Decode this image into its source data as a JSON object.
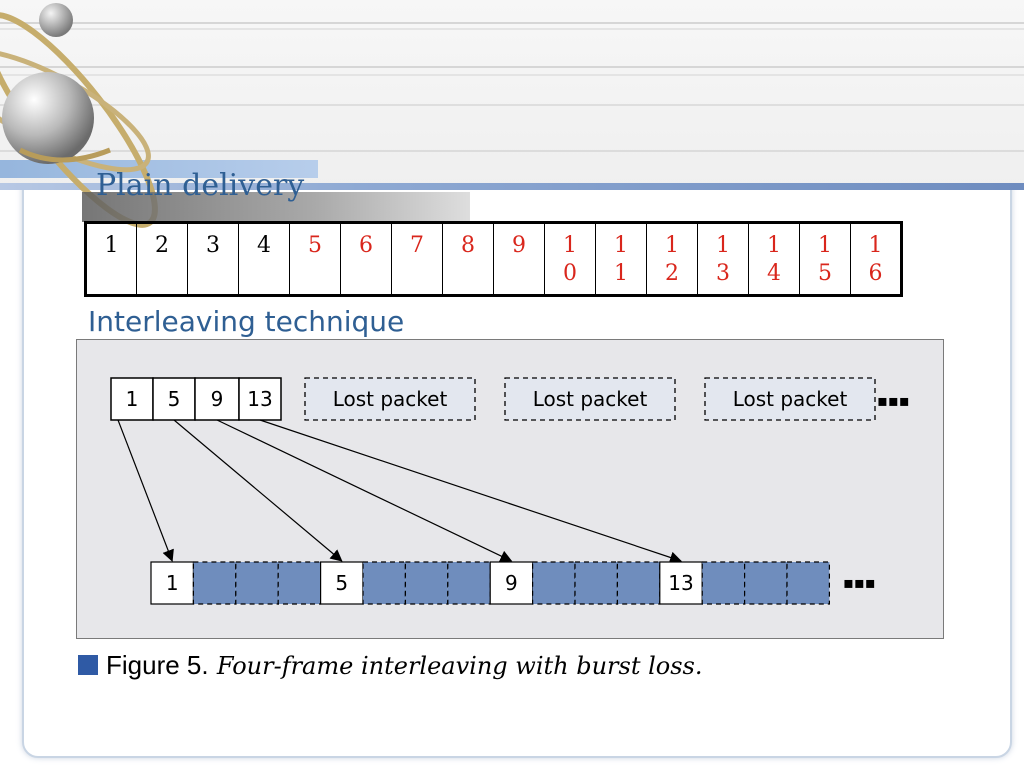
{
  "plain": {
    "title": "Plain delivery",
    "cells": [
      {
        "lines": [
          "1"
        ],
        "color": "#000000"
      },
      {
        "lines": [
          "2"
        ],
        "color": "#000000"
      },
      {
        "lines": [
          "3"
        ],
        "color": "#000000"
      },
      {
        "lines": [
          "4"
        ],
        "color": "#000000"
      },
      {
        "lines": [
          "5"
        ],
        "color": "#d9261c"
      },
      {
        "lines": [
          "6"
        ],
        "color": "#d9261c"
      },
      {
        "lines": [
          "7"
        ],
        "color": "#d9261c"
      },
      {
        "lines": [
          "8"
        ],
        "color": "#d9261c"
      },
      {
        "lines": [
          "9"
        ],
        "color": "#d9261c"
      },
      {
        "lines": [
          "1",
          "0"
        ],
        "color": "#d9261c"
      },
      {
        "lines": [
          "1",
          "1"
        ],
        "color": "#d9261c"
      },
      {
        "lines": [
          "1",
          "2"
        ],
        "color": "#d9261c"
      },
      {
        "lines": [
          "1",
          "3"
        ],
        "color": "#d9261c"
      },
      {
        "lines": [
          "1",
          "4"
        ],
        "color": "#d9261c"
      },
      {
        "lines": [
          "1",
          "5"
        ],
        "color": "#d9261c"
      },
      {
        "lines": [
          "1",
          "6"
        ],
        "color": "#d9261c"
      }
    ]
  },
  "interleave": {
    "title": "Interleaving technique",
    "sent_packet": [
      "1",
      "5",
      "9",
      "13"
    ],
    "lost_packets": [
      "Lost packet",
      "Lost packet",
      "Lost packet"
    ],
    "ellipsis": "▪▪▪",
    "received_frames": [
      "1",
      "",
      "",
      "",
      "5",
      "",
      "",
      "",
      "9",
      "",
      "",
      "",
      "13",
      "",
      "",
      ""
    ],
    "colors": {
      "lost_frame": "#6f8dbd",
      "frame_bg": "#ffffff",
      "figure_bg": "#e7e7ea"
    }
  },
  "caption": {
    "label": "Figure 5.",
    "text": "Four-frame interleaving with burst loss."
  }
}
